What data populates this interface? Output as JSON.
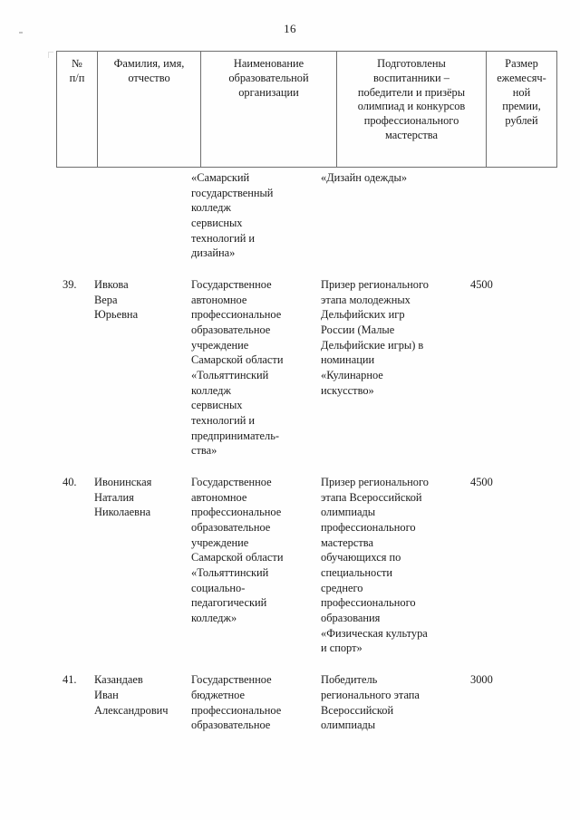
{
  "document": {
    "page_number": "16",
    "language": "ru"
  },
  "table": {
    "headers": [
      {
        "id": "col-number",
        "lines": [
          "№",
          "п/п"
        ]
      },
      {
        "id": "col-fullname",
        "lines": [
          "Фамилия, имя,",
          "отчество"
        ]
      },
      {
        "id": "col-organization",
        "lines": [
          "Наименование",
          "образовательной",
          "организации"
        ]
      },
      {
        "id": "col-achievements",
        "lines": [
          "Подготовлены",
          "воспитанники –",
          "победители и призёры",
          "олимпиад и конкурсов",
          "профессионального",
          "мастерства"
        ]
      },
      {
        "id": "col-amount",
        "lines": [
          "Размер",
          "ежемесяч-",
          "ной",
          "премии,",
          "рублей"
        ]
      }
    ],
    "rows": [
      {
        "id": "row-continuation",
        "number": "",
        "name_lines": [],
        "organization_lines": [
          "«Самарский",
          "государственный",
          "колледж",
          "сервисных",
          "технологий и",
          "дизайна»"
        ],
        "achievement_lines": [
          "«Дизайн одежды»"
        ],
        "amount": ""
      },
      {
        "id": "row-39",
        "number": "39.",
        "name_lines": [
          "Ивкова",
          "Вера",
          "Юрьевна"
        ],
        "organization_lines": [
          "Государственное",
          "автономное",
          "профессиональное",
          "образовательное",
          "учреждение",
          "Самарской области",
          "«Тольяттинский",
          "колледж",
          "сервисных",
          "технологий и",
          "предприниматель-",
          "ства»"
        ],
        "achievement_lines": [
          "Призер регионального",
          "этапа молодежных",
          "Дельфийских игр",
          "России (Малые",
          "Дельфийские игры) в",
          "номинации",
          "«Кулинарное",
          "искусство»"
        ],
        "amount": "4500"
      },
      {
        "id": "row-40",
        "number": "40.",
        "name_lines": [
          "Ивонинская",
          "Наталия",
          "Николаевна"
        ],
        "organization_lines": [
          "Государственное",
          "автономное",
          "профессиональное",
          "образовательное",
          "учреждение",
          "Самарской области",
          "«Тольяттинский",
          "социально-",
          "педагогический",
          "колледж»"
        ],
        "achievement_lines": [
          "Призер регионального",
          "этапа Всероссийской",
          "олимпиады",
          "профессионального",
          "мастерства",
          "обучающихся по",
          "специальности",
          "среднего",
          "профессионального",
          "образования",
          "«Физическая культура",
          "и спорт»"
        ],
        "amount": "4500"
      },
      {
        "id": "row-41",
        "number": "41.",
        "name_lines": [
          "Казандаев",
          "Иван",
          "Александрович"
        ],
        "organization_lines": [
          "Государственное",
          "бюджетное",
          "профессиональное",
          "образовательное"
        ],
        "achievement_lines": [
          "Победитель",
          "регионального этапа",
          "Всероссийской",
          "олимпиады"
        ],
        "amount": "3000"
      }
    ]
  }
}
